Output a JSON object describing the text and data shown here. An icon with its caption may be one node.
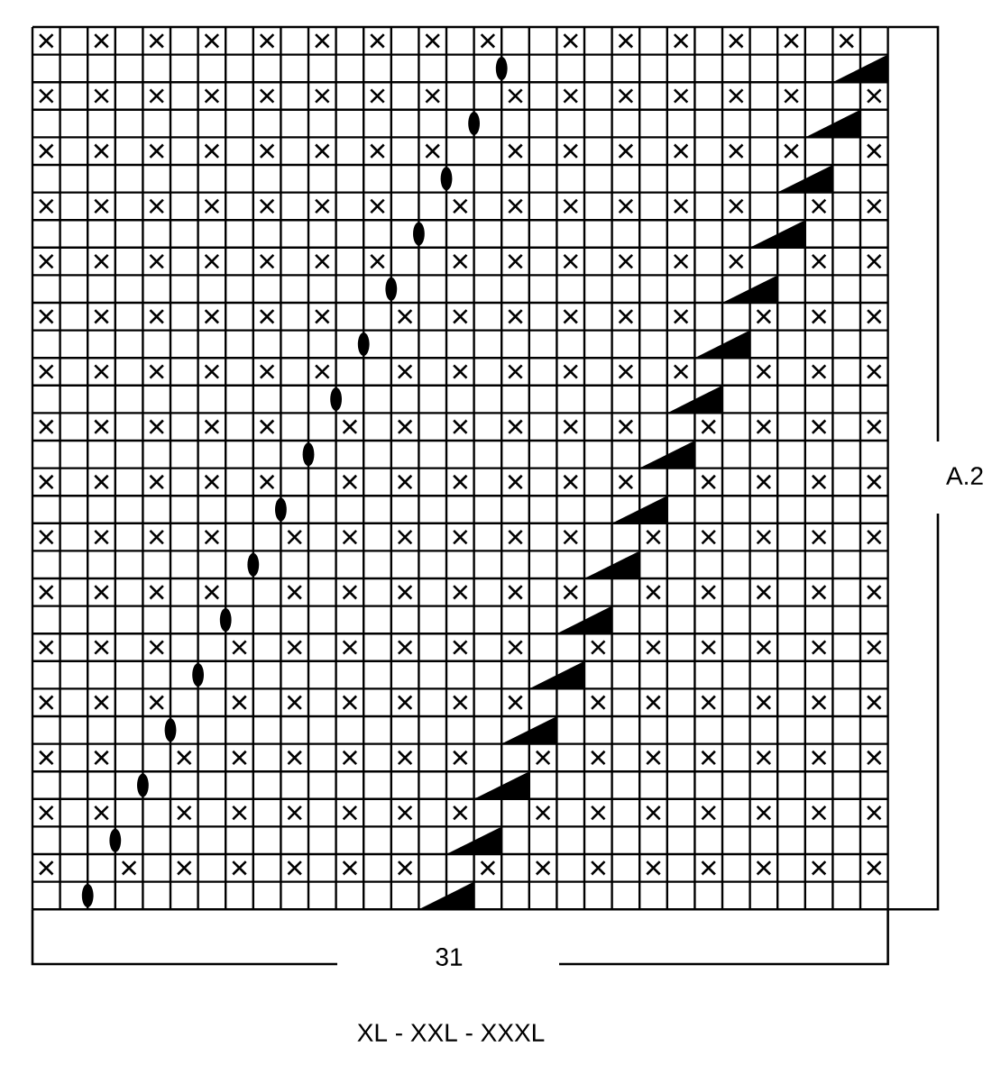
{
  "diagram": {
    "labels": [
      "A.2",
      "31",
      "XL - XXL - XXXL"
    ]
  }
}
